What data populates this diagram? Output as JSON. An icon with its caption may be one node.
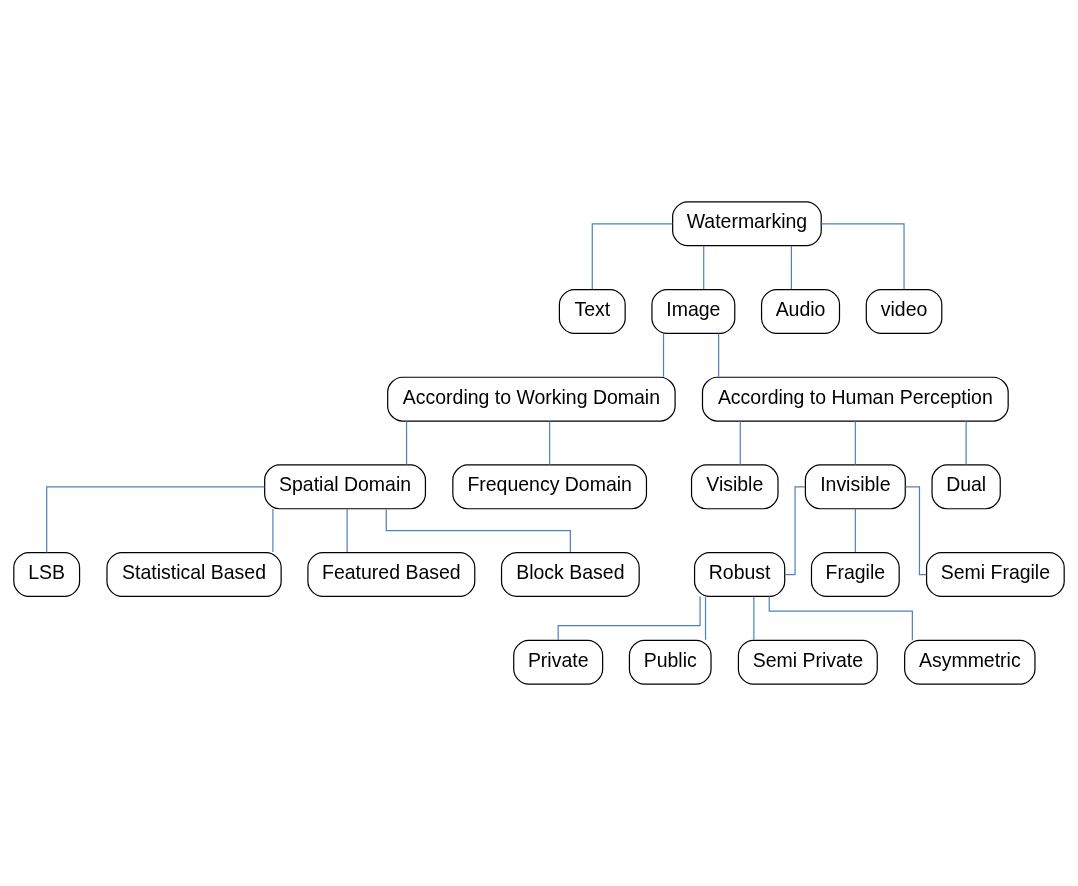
{
  "diagram": {
    "nodes": [
      {
        "text": [
          "Watermarking"
        ]
      },
      {
        "text": [
          "Text"
        ]
      },
      {
        "text": [
          "Image"
        ]
      },
      {
        "text": [
          "Audio"
        ]
      },
      {
        "text": [
          "video"
        ]
      },
      {
        "text": [
          "According to Working Domain"
        ]
      },
      {
        "text": [
          "According to Human Perception"
        ]
      },
      {
        "text": [
          "Spatial Domain"
        ]
      },
      {
        "text": [
          "Frequency Domain"
        ]
      },
      {
        "text": [
          "Visible"
        ]
      },
      {
        "text": [
          "Invisible"
        ]
      },
      {
        "text": [
          "Dual"
        ]
      },
      {
        "text": [
          "LSB"
        ]
      },
      {
        "text": [
          "Statistical Based"
        ]
      },
      {
        "text": [
          "Featured Based"
        ]
      },
      {
        "text": [
          "Block Based"
        ]
      },
      {
        "text": [
          "Robust"
        ]
      },
      {
        "text": [
          "Fragile"
        ]
      },
      {
        "text": [
          "Semi Fragile"
        ]
      },
      {
        "text": [
          "Private"
        ]
      },
      {
        "text": [
          "Public"
        ]
      },
      {
        "text": [
          "Semi Private"
        ]
      },
      {
        "text": [
          "Asymmetric"
        ]
      }
    ],
    "edges": [
      {
        "from": 0,
        "to": 1,
        "arrow": "none"
      },
      {
        "from": 0,
        "to": 2,
        "arrow": "none"
      },
      {
        "from": 0,
        "to": 3,
        "arrow": "none"
      },
      {
        "from": 0,
        "to": 4,
        "arrow": "none"
      },
      {
        "from": 2,
        "to": 5,
        "arrow": "none"
      },
      {
        "from": 2,
        "to": 6,
        "arrow": "none"
      },
      {
        "from": 5,
        "to": 7,
        "arrow": "none"
      },
      {
        "from": 5,
        "to": 8,
        "arrow": "none"
      },
      {
        "from": 6,
        "to": 9,
        "arrow": "none"
      },
      {
        "from": 6,
        "to": 10,
        "arrow": "none"
      },
      {
        "from": 6,
        "to": 11,
        "arrow": "none"
      },
      {
        "from": 7,
        "to": 12,
        "arrow": "none"
      },
      {
        "from": 7,
        "to": 13,
        "arrow": "none"
      },
      {
        "from": 7,
        "to": 14,
        "arrow": "none"
      },
      {
        "from": 7,
        "to": 15,
        "arrow": "none"
      },
      {
        "from": 10,
        "to": 16,
        "arrow": "none"
      },
      {
        "from": 10,
        "to": 17,
        "arrow": "none"
      },
      {
        "from": 10,
        "to": 18,
        "arrow": "none"
      },
      {
        "from": 16,
        "to": 19,
        "arrow": "none"
      },
      {
        "from": 16,
        "to": 20,
        "arrow": "none"
      },
      {
        "from": 16,
        "to": 21,
        "arrow": "none"
      },
      {
        "from": 16,
        "to": 22,
        "arrow": "none"
      }
    ]
  }
}
